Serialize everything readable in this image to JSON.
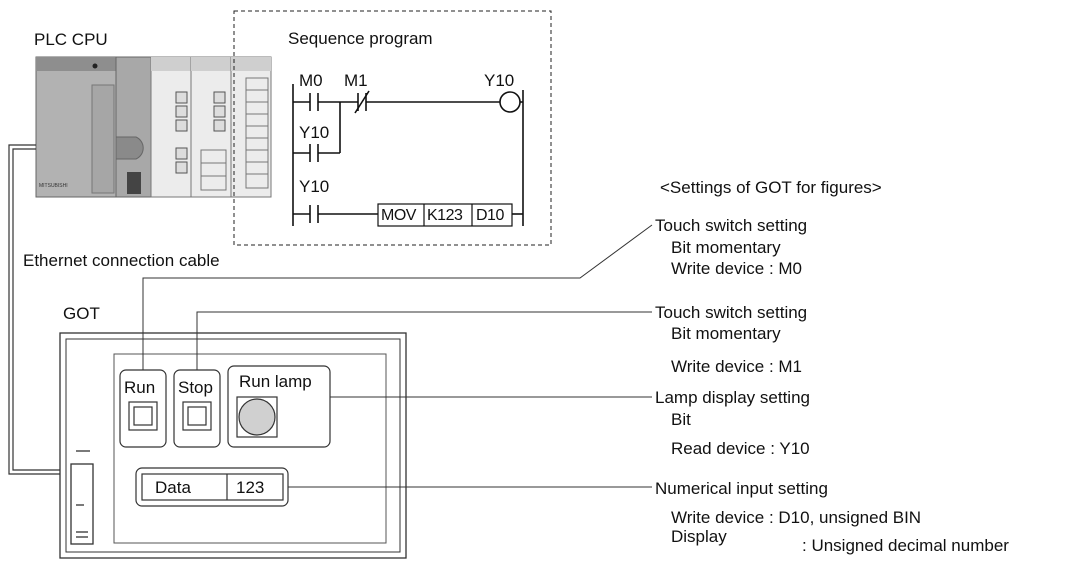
{
  "plc": {
    "title": "PLC CPU",
    "brand": "MITSUBISHI"
  },
  "sequence": {
    "title": "Sequence program",
    "contacts": [
      "M0",
      "M1",
      "Y10",
      "Y10"
    ],
    "coil": "Y10",
    "instruction": [
      "MOV",
      "K123",
      "D10"
    ]
  },
  "cable_label": "Ethernet connection cable",
  "got": {
    "title": "GOT",
    "buttons": [
      "Run",
      "Stop"
    ],
    "lamp_label": "Run lamp",
    "data_label": "Data",
    "data_value": "123"
  },
  "settings": {
    "header": "<Settings of GOT for figures>",
    "blocks": [
      {
        "title": "Touch switch setting",
        "lines": [
          "Bit momentary",
          "Write device : M0"
        ]
      },
      {
        "title": "Touch switch setting",
        "lines": [
          "Bit momentary",
          "Write device : M1"
        ]
      },
      {
        "title": "Lamp display setting",
        "lines": [
          "Bit",
          "Read device : Y10"
        ]
      },
      {
        "title": "Numerical input setting",
        "lines": [
          "Write device : D10, unsigned BIN",
          "Display",
          ": Unsigned decimal number"
        ]
      }
    ]
  }
}
